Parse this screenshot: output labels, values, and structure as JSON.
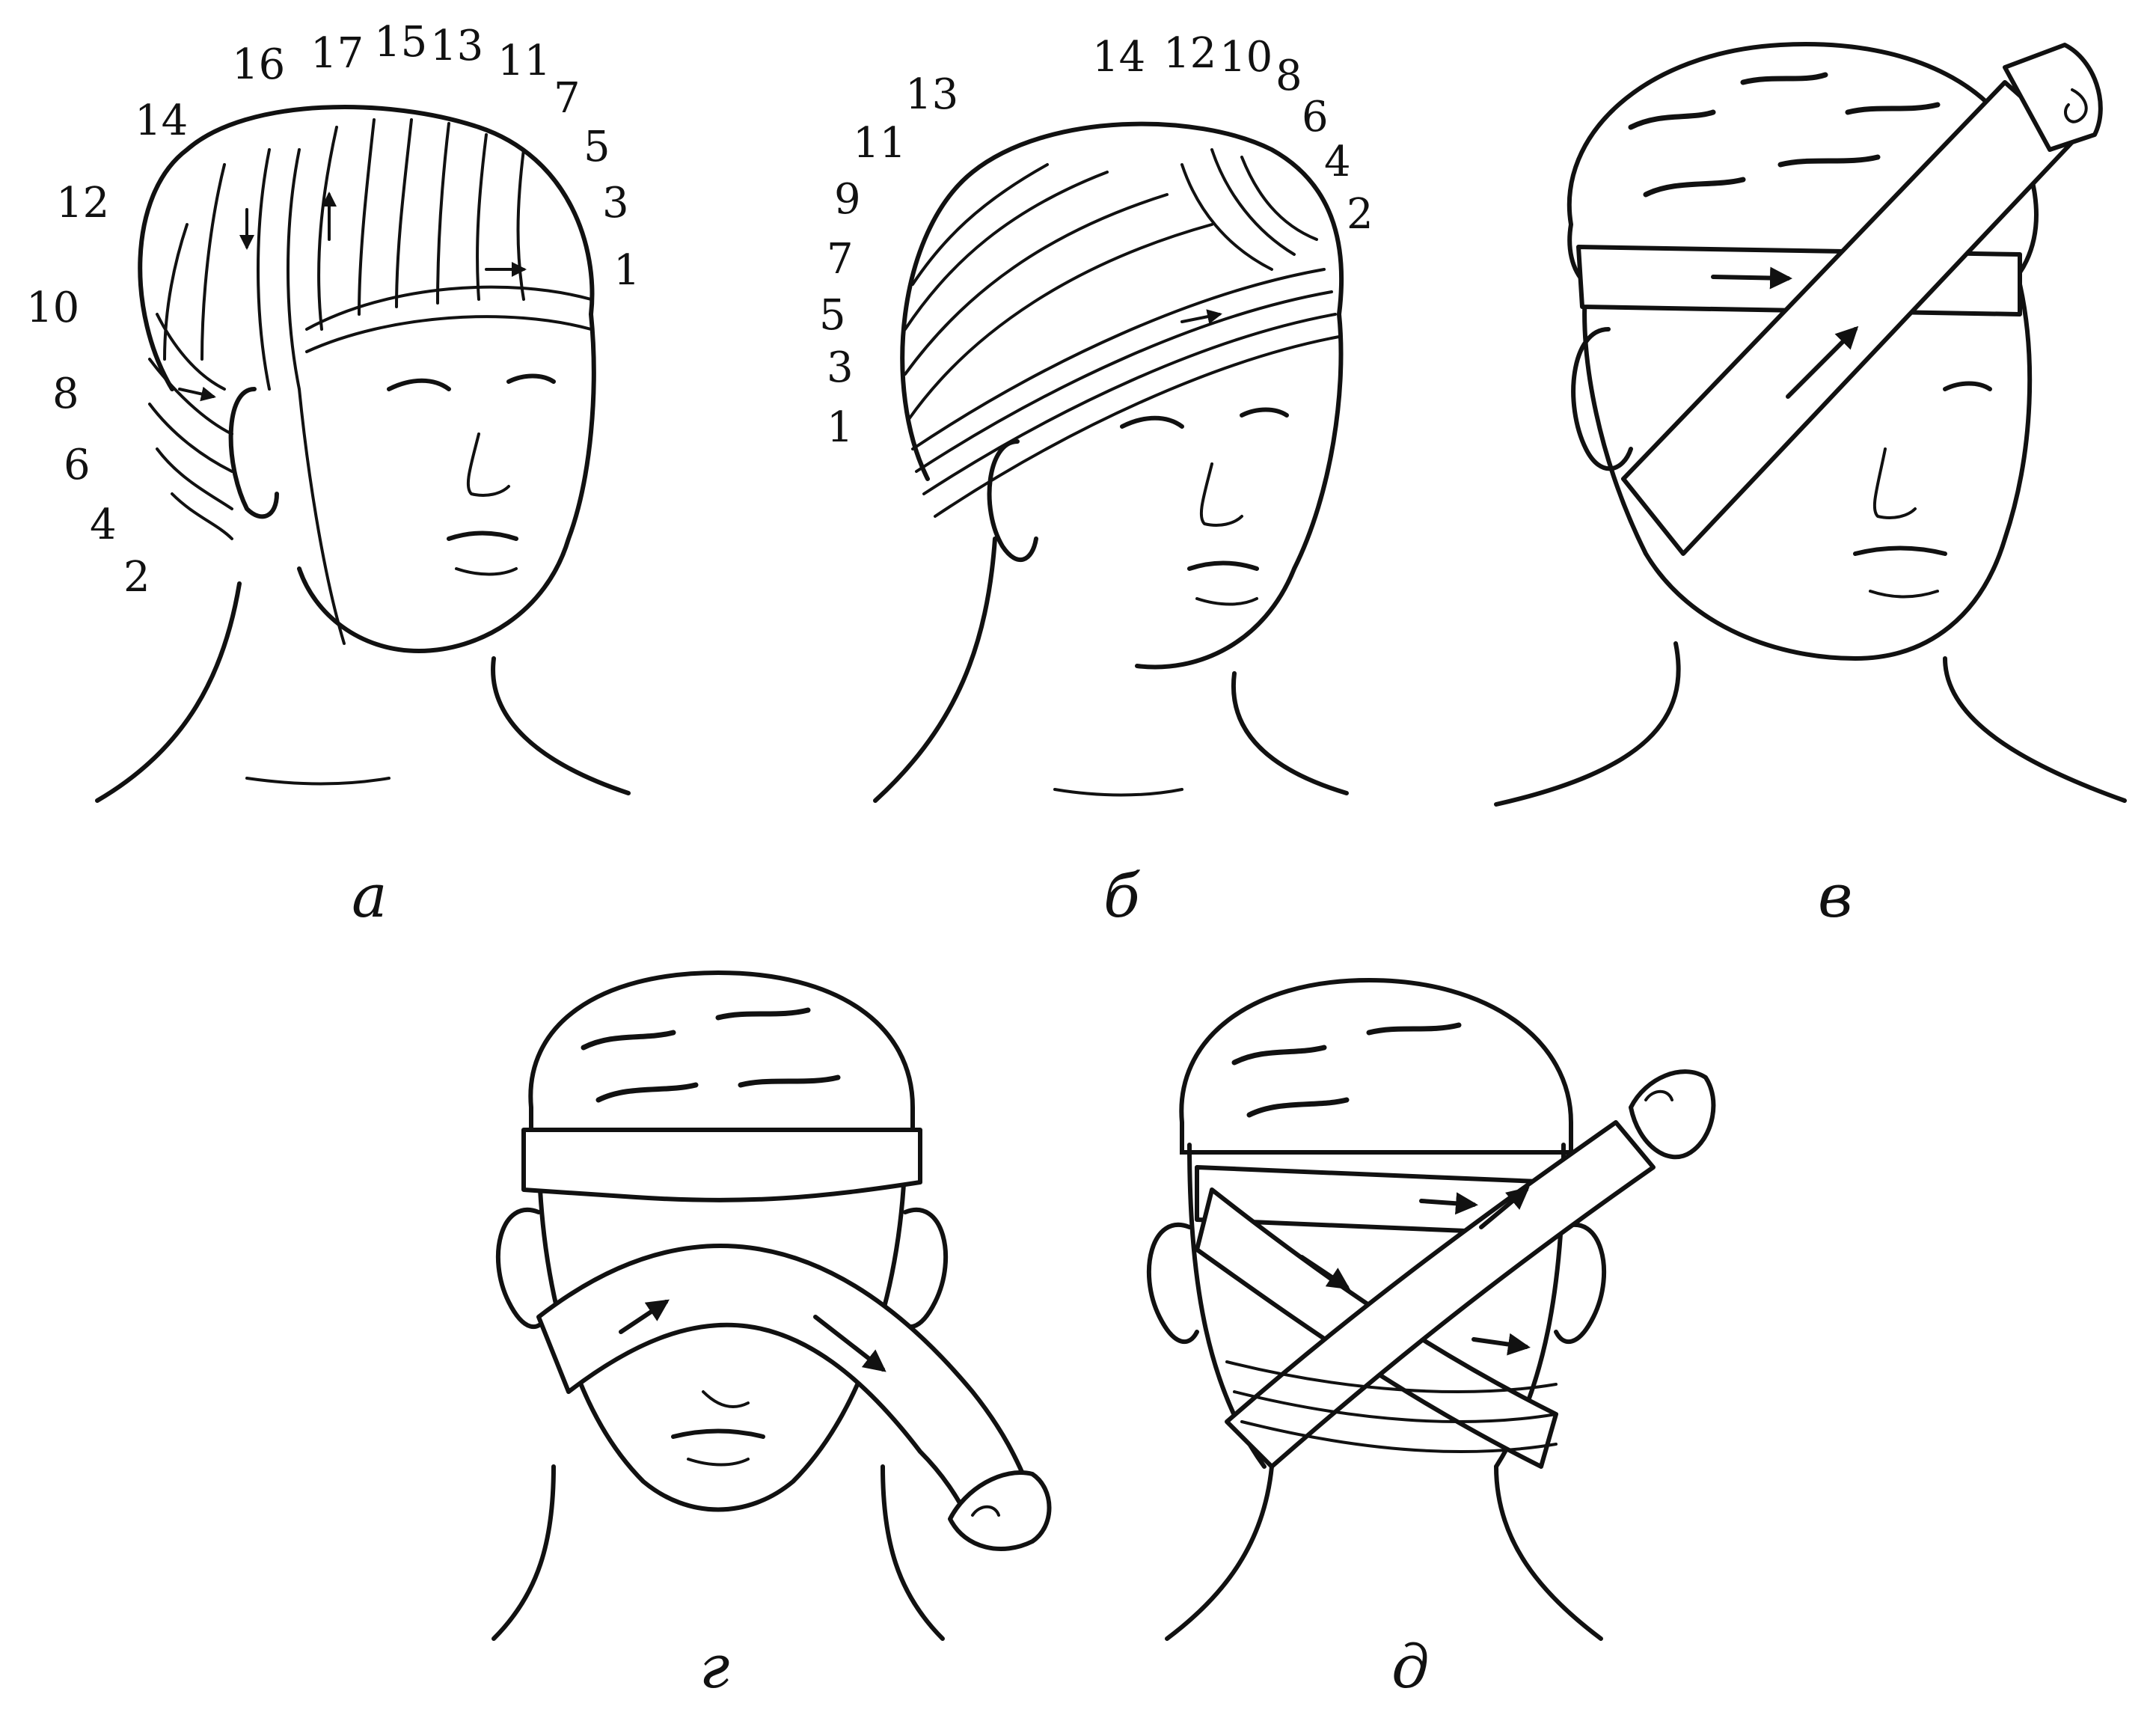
{
  "figures": [
    {
      "id": "a",
      "caption": "а",
      "turn_labels": [
        "1",
        "2",
        "3",
        "4",
        "5",
        "6",
        "7",
        "8",
        "10",
        "11",
        "12",
        "13",
        "14",
        "15",
        "16",
        "17"
      ]
    },
    {
      "id": "b",
      "caption": "б",
      "turn_labels": [
        "1",
        "2",
        "3",
        "4",
        "5",
        "6",
        "7",
        "8",
        "9",
        "10",
        "11",
        "12",
        "13",
        "14"
      ]
    },
    {
      "id": "v",
      "caption": "в"
    },
    {
      "id": "g",
      "caption": "г"
    },
    {
      "id": "d",
      "caption": "д"
    }
  ],
  "colors": {
    "ink": "#111111",
    "paper": "#ffffff"
  }
}
